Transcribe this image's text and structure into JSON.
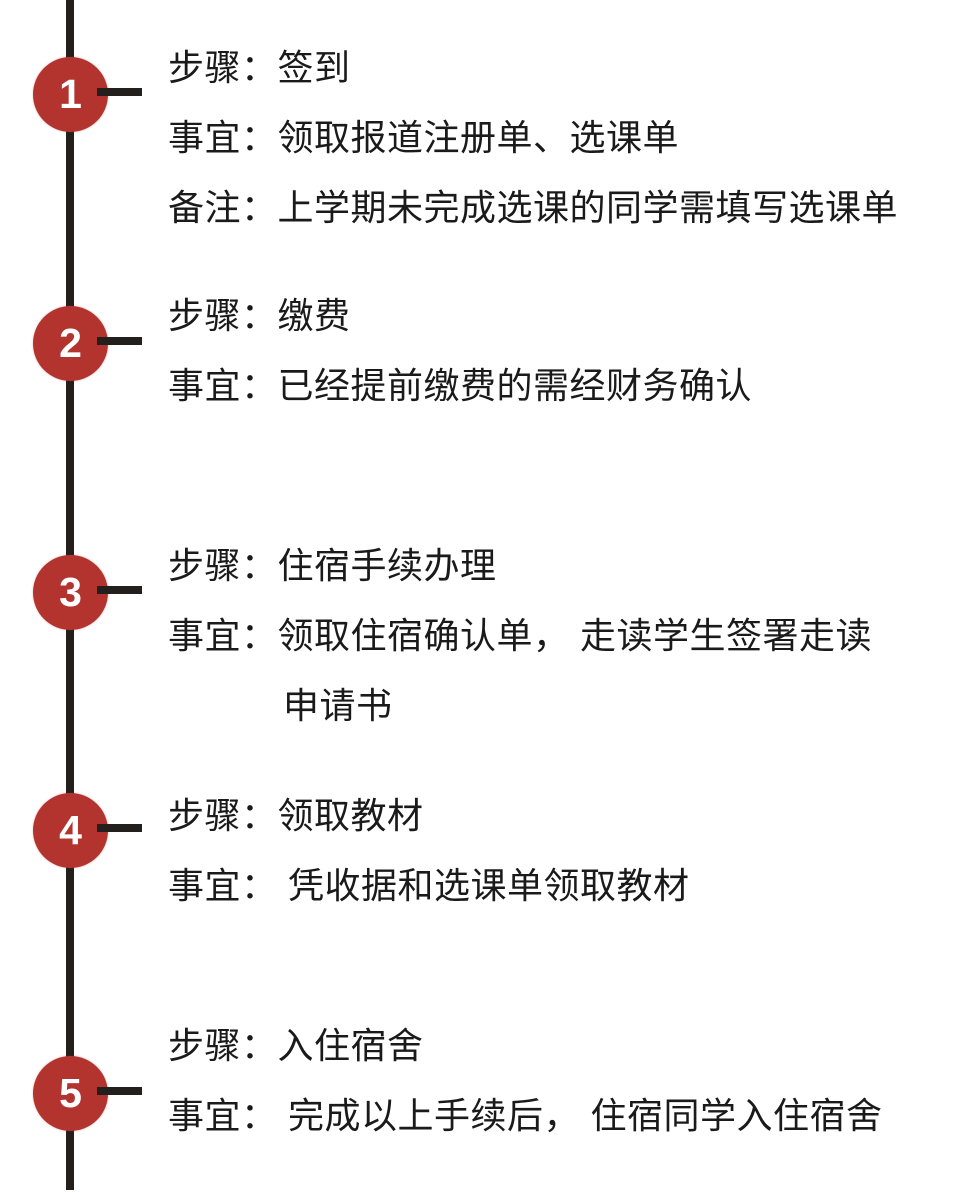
{
  "diagram": {
    "title": "报到流程时间轴",
    "type": "vertical-timeline",
    "accent_color": "#b3342f",
    "line_color": "#231f1c",
    "text_color": "#1a1a1a",
    "background_color": "#ffffff"
  },
  "steps": [
    {
      "number": "1",
      "lines": [
        {
          "text": "步骤：签到",
          "continuation": false
        },
        {
          "text": "事宜：领取报道注册单、选课单",
          "continuation": false
        },
        {
          "text": "备注：上学期未完成选课的同学需填写选课单",
          "continuation": false
        }
      ],
      "labels": {
        "step": "步骤",
        "matter": "事宜",
        "note": "备注"
      },
      "values": {
        "step": "签到",
        "matter": "领取报道注册单、选课单",
        "note": "上学期未完成选课的同学需填写选课单"
      }
    },
    {
      "number": "2",
      "lines": [
        {
          "text": "步骤：缴费",
          "continuation": false
        },
        {
          "text": "事宜：已经提前缴费的需经财务确认",
          "continuation": false
        }
      ],
      "labels": {
        "step": "步骤",
        "matter": "事宜"
      },
      "values": {
        "step": "缴费",
        "matter": "已经提前缴费的需经财务确认"
      }
    },
    {
      "number": "3",
      "lines": [
        {
          "text": "步骤：住宿手续办理",
          "continuation": false
        },
        {
          "text": "事宜：领取住宿确认单， 走读学生签署走读",
          "continuation": false
        },
        {
          "text": "申请书",
          "continuation": true
        }
      ],
      "labels": {
        "step": "步骤",
        "matter": "事宜"
      },
      "values": {
        "step": "住宿手续办理",
        "matter": "领取住宿确认单， 走读学生签署走读申请书"
      }
    },
    {
      "number": "4",
      "lines": [
        {
          "text": "步骤：领取教材",
          "continuation": false
        },
        {
          "text": "事宜： 凭收据和选课单领取教材",
          "continuation": false
        }
      ],
      "labels": {
        "step": "步骤",
        "matter": "事宜"
      },
      "values": {
        "step": "领取教材",
        "matter": "凭收据和选课单领取教材"
      }
    },
    {
      "number": "5",
      "lines": [
        {
          "text": "步骤：入住宿舍",
          "continuation": false
        },
        {
          "text": "事宜： 完成以上手续后， 住宿同学入住宿舍",
          "continuation": false
        }
      ],
      "labels": {
        "step": "步骤",
        "matter": "事宜"
      },
      "values": {
        "step": "入住宿舍",
        "matter": "完成以上手续后， 住宿同学入住宿舍"
      }
    }
  ],
  "layout": {
    "step_tops": [
      33,
      281,
      531,
      781,
      1011
    ],
    "marker_tops": [
      57,
      306,
      555,
      793,
      1056
    ],
    "stub_tops": [
      88,
      337,
      586,
      824,
      1087
    ]
  }
}
